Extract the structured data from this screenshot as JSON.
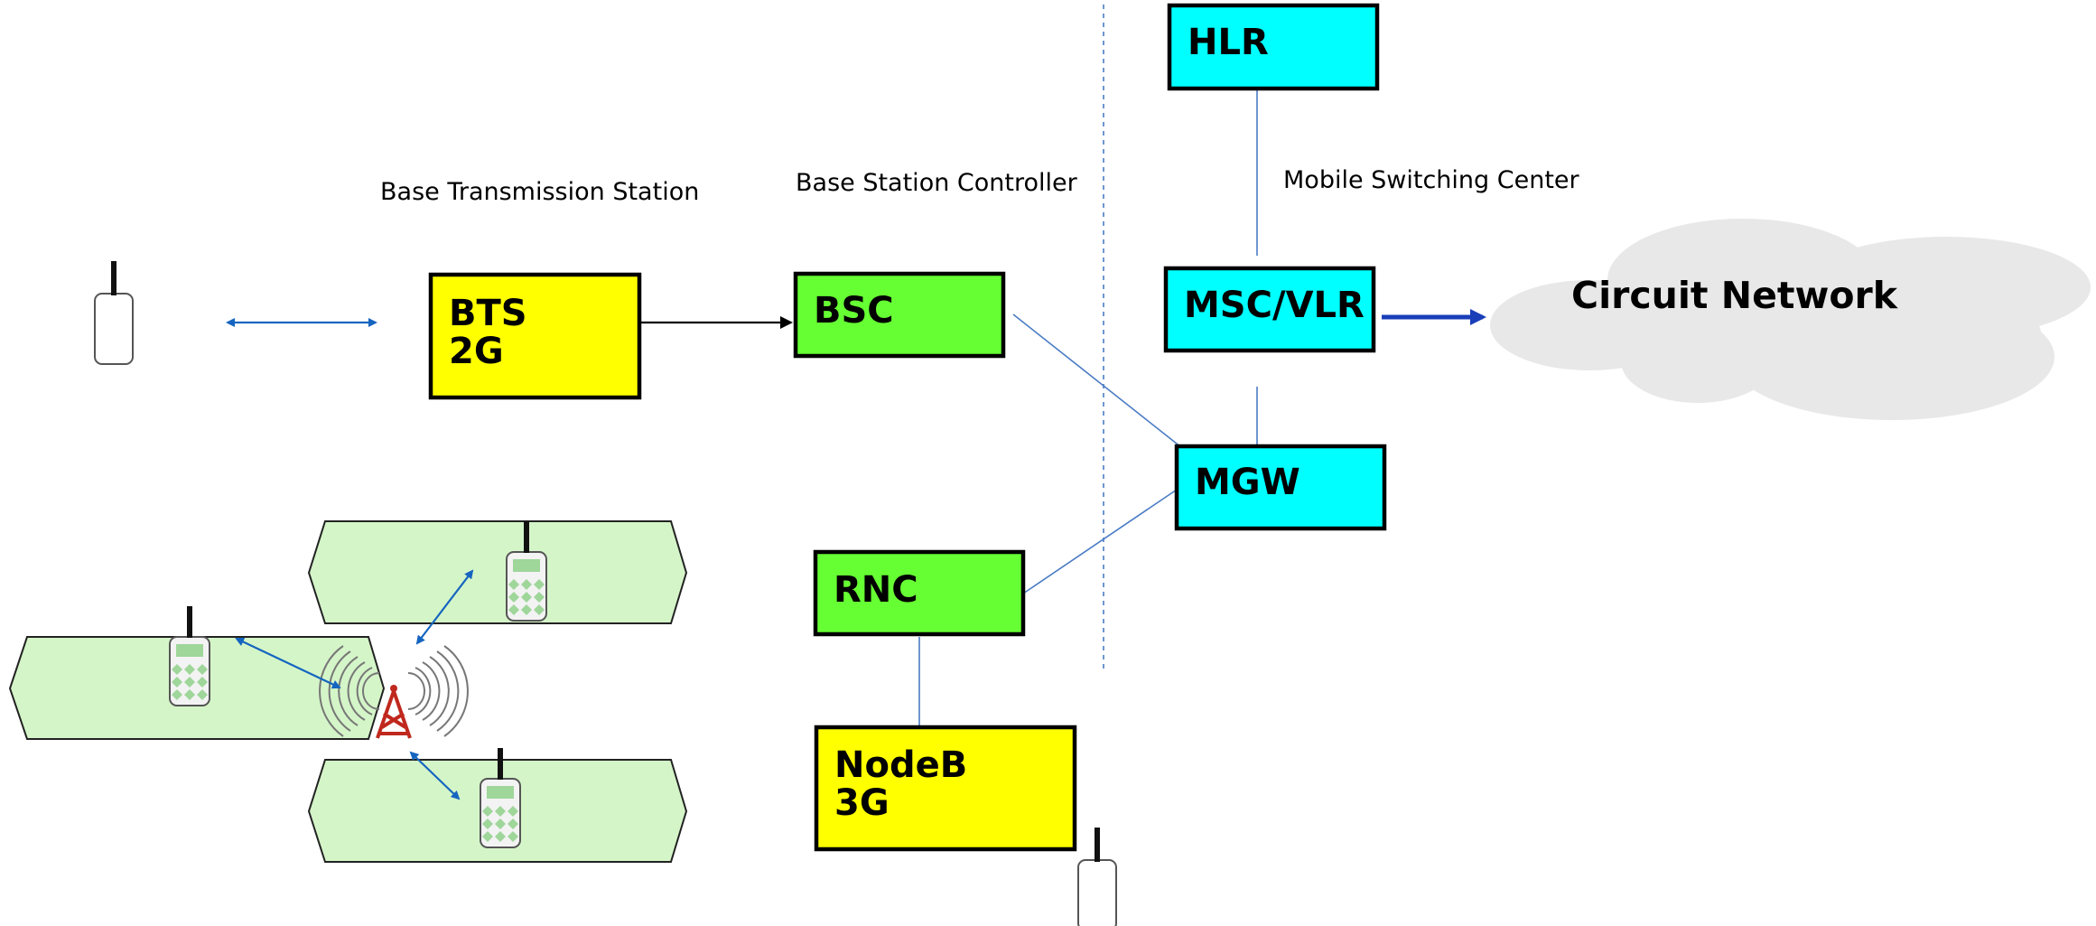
{
  "labels": {
    "bts_caption": "Base Transmission Station",
    "bsc_caption": "Base Station Controller",
    "msc_caption": "Mobile Switching Center",
    "cloud": "Circuit Network"
  },
  "nodes": {
    "hlr": {
      "line1": "HLR",
      "color": "#00ffff"
    },
    "bts": {
      "line1": "BTS",
      "line2": "2G",
      "color": "#ffff00"
    },
    "bsc": {
      "line1": "BSC",
      "color": "#66ff33"
    },
    "msc": {
      "line1": "MSC/VLR",
      "color": "#00ffff"
    },
    "mgw": {
      "line1": "MGW",
      "color": "#00ffff"
    },
    "rnc": {
      "line1": "RNC",
      "color": "#66ff33"
    },
    "nodeb": {
      "line1": "NodeB",
      "line2": "3G",
      "color": "#ffff00"
    }
  },
  "colors": {
    "cell_fill": "#d4f5c8",
    "cloud_fill": "#e8e8e8",
    "link_blue": "#4a7cc4",
    "arrow_blue": "#1565c0",
    "tower_red": "#c0281d"
  }
}
